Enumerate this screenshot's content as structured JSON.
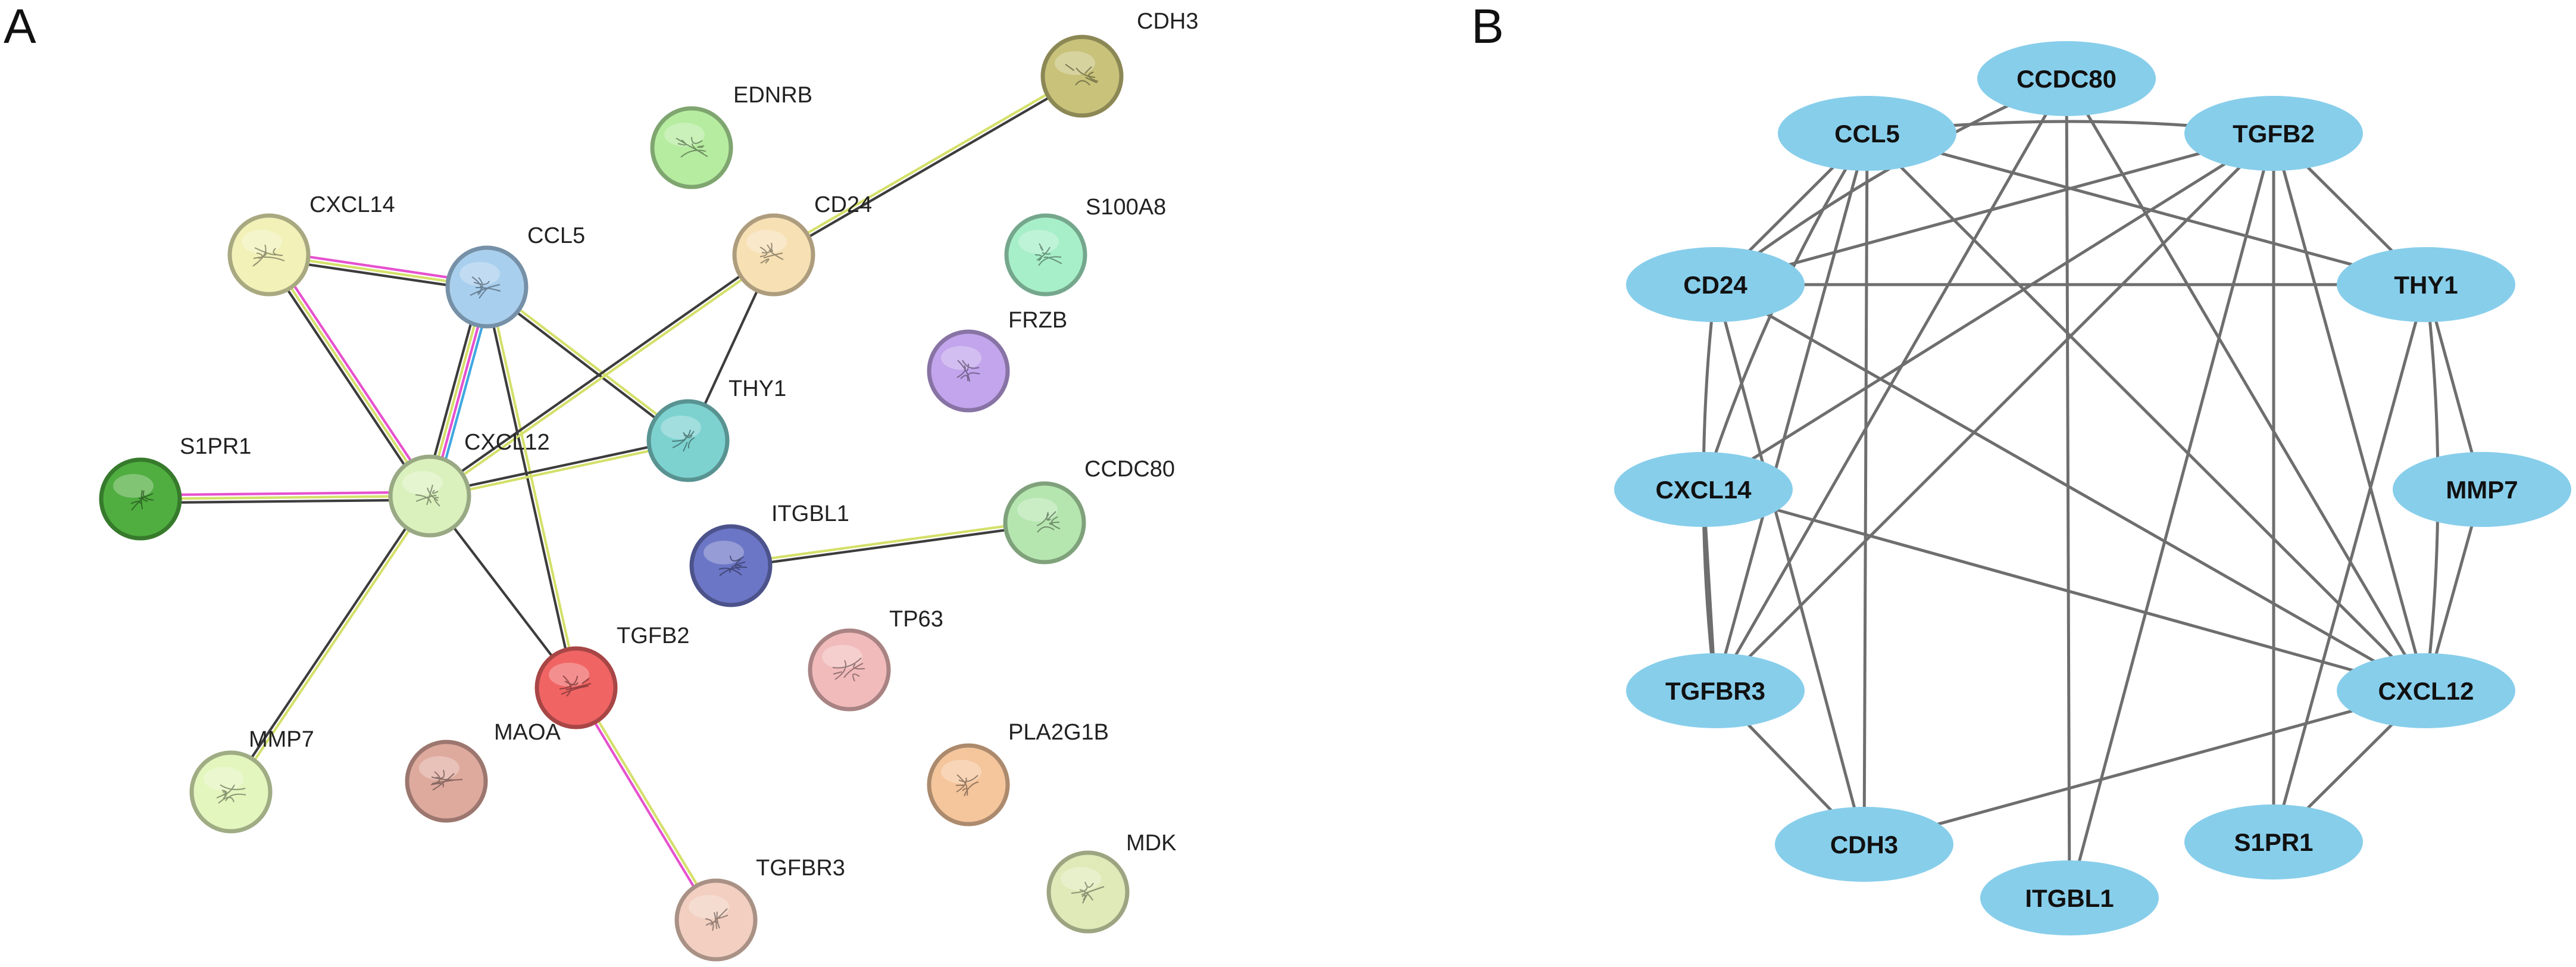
{
  "panels": {
    "a_label": "A",
    "b_label": "B"
  },
  "panel_a": {
    "nodes": [
      {
        "id": "CDH3",
        "label": "CDH3",
        "color": "#c8c27a"
      },
      {
        "id": "EDNRB",
        "label": "EDNRB",
        "color": "#b6eca0"
      },
      {
        "id": "CXCL14",
        "label": "CXCL14",
        "color": "#f1f1b8"
      },
      {
        "id": "CCL5",
        "label": "CCL5",
        "color": "#a9cfee"
      },
      {
        "id": "CD24",
        "label": "CD24",
        "color": "#f7e0b4"
      },
      {
        "id": "S100A8",
        "label": "S100A8",
        "color": "#a7efc9"
      },
      {
        "id": "FRZB",
        "label": "FRZB",
        "color": "#c2a5ec"
      },
      {
        "id": "THY1",
        "label": "THY1",
        "color": "#7dd2d0"
      },
      {
        "id": "S1PR1",
        "label": "S1PR1",
        "color": "#4fae3f"
      },
      {
        "id": "CXCL12",
        "label": "CXCL12",
        "color": "#daf1bd"
      },
      {
        "id": "CCDC80",
        "label": "CCDC80",
        "color": "#b6e6b0"
      },
      {
        "id": "ITGBL1",
        "label": "ITGBL1",
        "color": "#6c76c6"
      },
      {
        "id": "TP63",
        "label": "TP63",
        "color": "#f2bbbb"
      },
      {
        "id": "TGFB2",
        "label": "TGFB2",
        "color": "#f06464"
      },
      {
        "id": "MAOA",
        "label": "MAOA",
        "color": "#dfaa9e"
      },
      {
        "id": "MMP7",
        "label": "MMP7",
        "color": "#e3f6bd"
      },
      {
        "id": "PLA2G1B",
        "label": "PLA2G1B",
        "color": "#f5c59c"
      },
      {
        "id": "MDK",
        "label": "MDK",
        "color": "#dfeab8"
      },
      {
        "id": "TGFBR3",
        "label": "TGFBR3",
        "color": "#f2cfc0"
      }
    ],
    "edges": [
      {
        "source": "CD24",
        "target": "CDH3",
        "colors": [
          "#d4e06a",
          "#3c3c3c"
        ]
      },
      {
        "source": "CXCL14",
        "target": "CCL5",
        "colors": [
          "#e651cf",
          "#d4e06a",
          "#3c3c3c"
        ]
      },
      {
        "source": "CXCL14",
        "target": "CXCL12",
        "colors": [
          "#e651cf",
          "#d4e06a",
          "#3c3c3c"
        ]
      },
      {
        "source": "CCL5",
        "target": "CXCL12",
        "colors": [
          "#3fa8e0",
          "#e651cf",
          "#d4e06a",
          "#3c3c3c"
        ]
      },
      {
        "source": "CCL5",
        "target": "THY1",
        "colors": [
          "#d4e06a",
          "#3c3c3c"
        ]
      },
      {
        "source": "CCL5",
        "target": "TGFB2",
        "colors": [
          "#d4e06a",
          "#3c3c3c"
        ]
      },
      {
        "source": "CD24",
        "target": "THY1",
        "colors": [
          "#3c3c3c"
        ]
      },
      {
        "source": "CD24",
        "target": "CXCL12",
        "colors": [
          "#d4e06a",
          "#3c3c3c"
        ]
      },
      {
        "source": "THY1",
        "target": "CXCL12",
        "colors": [
          "#d4e06a",
          "#3c3c3c"
        ]
      },
      {
        "source": "S1PR1",
        "target": "CXCL12",
        "colors": [
          "#e651cf",
          "#d4e06a",
          "#3c3c3c"
        ]
      },
      {
        "source": "CXCL12",
        "target": "TGFB2",
        "colors": [
          "#3c3c3c"
        ]
      },
      {
        "source": "CXCL12",
        "target": "MMP7",
        "colors": [
          "#d4e06a",
          "#3c3c3c"
        ]
      },
      {
        "source": "ITGBL1",
        "target": "CCDC80",
        "colors": [
          "#d4e06a",
          "#3c3c3c"
        ]
      },
      {
        "source": "TGFB2",
        "target": "TGFBR3",
        "colors": [
          "#d4e06a",
          "#e651cf"
        ]
      }
    ]
  },
  "panel_b": {
    "node_color": "#87ceeb",
    "edge_color": "#6e6e6e",
    "nodes": [
      {
        "id": "CCDC80",
        "label": "CCDC80"
      },
      {
        "id": "CCL5",
        "label": "CCL5"
      },
      {
        "id": "TGFB2",
        "label": "TGFB2"
      },
      {
        "id": "CD24",
        "label": "CD24"
      },
      {
        "id": "THY1",
        "label": "THY1"
      },
      {
        "id": "CXCL14",
        "label": "CXCL14"
      },
      {
        "id": "MMP7",
        "label": "MMP7"
      },
      {
        "id": "TGFBR3",
        "label": "TGFBR3"
      },
      {
        "id": "CXCL12",
        "label": "CXCL12"
      },
      {
        "id": "CDH3",
        "label": "CDH3"
      },
      {
        "id": "S1PR1",
        "label": "S1PR1"
      },
      {
        "id": "ITGBL1",
        "label": "ITGBL1"
      }
    ],
    "edges": [
      [
        "CCL5",
        "TGFB2"
      ],
      [
        "CCL5",
        "THY1"
      ],
      [
        "CCL5",
        "CD24"
      ],
      [
        "CCL5",
        "CXCL14"
      ],
      [
        "CCL5",
        "CXCL12"
      ],
      [
        "CCL5",
        "CDH3"
      ],
      [
        "CCL5",
        "TGFBR3"
      ],
      [
        "CCDC80",
        "CD24"
      ],
      [
        "CCDC80",
        "ITGBL1"
      ],
      [
        "CCDC80",
        "TGFBR3"
      ],
      [
        "TGFB2",
        "CD24"
      ],
      [
        "TGFB2",
        "THY1"
      ],
      [
        "TGFB2",
        "CXCL12"
      ],
      [
        "TGFB2",
        "TGFBR3"
      ],
      [
        "TGFB2",
        "CXCL14"
      ],
      [
        "TGFB2",
        "S1PR1"
      ],
      [
        "TGFB2",
        "ITGBL1"
      ],
      [
        "CD24",
        "THY1"
      ],
      [
        "CD24",
        "CXCL12"
      ],
      [
        "CD24",
        "CDH3"
      ],
      [
        "CD24",
        "TGFBR3"
      ],
      [
        "THY1",
        "CXCL12"
      ],
      [
        "THY1",
        "MMP7"
      ],
      [
        "THY1",
        "S1PR1"
      ],
      [
        "CXCL14",
        "CXCL12"
      ],
      [
        "CXCL14",
        "TGFBR3"
      ],
      [
        "MMP7",
        "CXCL12"
      ],
      [
        "TGFBR3",
        "CDH3"
      ],
      [
        "CXCL12",
        "S1PR1"
      ],
      [
        "CXCL12",
        "CDH3"
      ],
      [
        "CCDC80",
        "CXCL12"
      ]
    ]
  }
}
